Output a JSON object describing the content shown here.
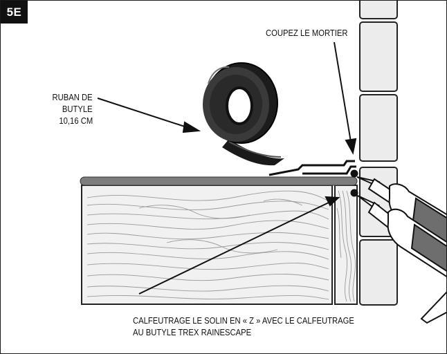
{
  "figure": {
    "step_badge": "5E",
    "labels": {
      "cut_mortar": "COUPEZ LE MORTIER",
      "butyl_tape_line1": "RUBAN DE",
      "butyl_tape_line2": "BUTYLE",
      "butyl_tape_line3": "10,16 CM",
      "caulk_line1": "CALFEUTRAGE LE SOLIN EN « Z » AVEC LE CALFEUTRAGE",
      "caulk_line2": "AU BUTYLE TREX RAINESCAPE"
    },
    "colors": {
      "ink": "#111111",
      "flashing": "#7a7a7a",
      "wood_face": "#ededed",
      "brick": "#e9e9e9",
      "tape": "#1a1a1a"
    },
    "icons": [
      "butyl-tape-roll-icon",
      "caulk-gun-icon",
      "z-flashing",
      "brick-wall",
      "deck-board",
      "rim-joist"
    ]
  }
}
